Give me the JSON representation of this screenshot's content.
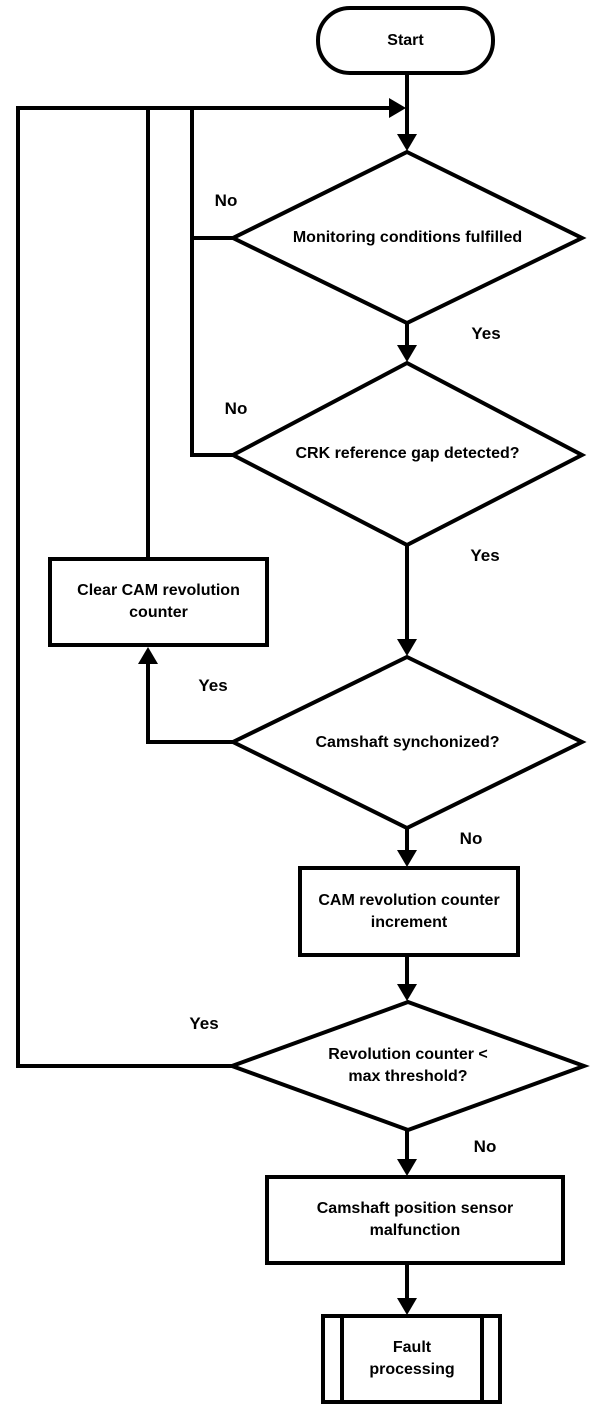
{
  "flowchart": {
    "background_color": "#ffffff",
    "stroke_color": "#000000",
    "nodes": [
      {
        "id": "start",
        "type": "terminator",
        "label": "Start"
      },
      {
        "id": "monitoring-conditions",
        "type": "decision",
        "label": "Monitoring conditions fulfilled"
      },
      {
        "id": "crk-reference-gap",
        "type": "decision",
        "label": "CRK reference gap detected?"
      },
      {
        "id": "clear-cam-counter",
        "type": "process",
        "label": "Clear CAM revolution\ncounter"
      },
      {
        "id": "camshaft-synchonized",
        "type": "decision",
        "label": "Camshaft synchonized?"
      },
      {
        "id": "cam-counter-increment",
        "type": "process",
        "label": "CAM revolution counter\nincrement"
      },
      {
        "id": "revolution-counter-threshold",
        "type": "decision",
        "label": "Revolution counter <\nmax threshold?"
      },
      {
        "id": "camshaft-sensor-malfunction",
        "type": "process",
        "label": "Camshaft position sensor\nmalfunction"
      },
      {
        "id": "fault-processing",
        "type": "predefined_process",
        "label": "Fault\nprocessing"
      }
    ],
    "edge_labels": [
      {
        "id": "monitoring-no",
        "text": "No"
      },
      {
        "id": "monitoring-yes",
        "text": "Yes"
      },
      {
        "id": "crk-no",
        "text": "No"
      },
      {
        "id": "crk-yes",
        "text": "Yes"
      },
      {
        "id": "sync-yes",
        "text": "Yes"
      },
      {
        "id": "sync-no",
        "text": "No"
      },
      {
        "id": "threshold-yes",
        "text": "Yes"
      },
      {
        "id": "threshold-no",
        "text": "No"
      }
    ]
  }
}
